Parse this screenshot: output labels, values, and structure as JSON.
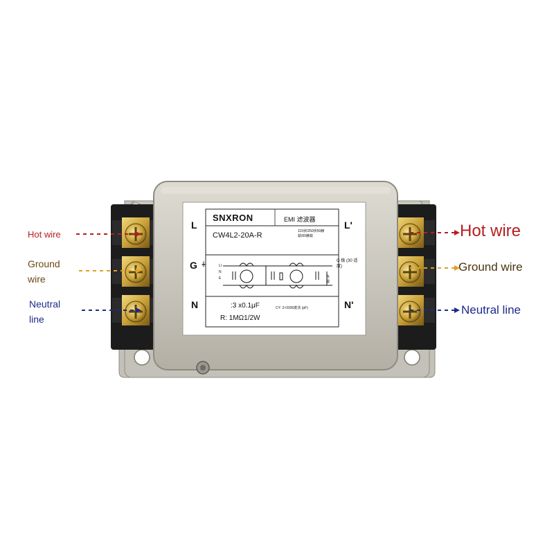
{
  "product": {
    "brand": "SNXRON",
    "title": "EMI 滤波器",
    "model": "CW4L2-20A-R",
    "spec_note": "115伏/250伏50赫兹/60赫兹",
    "cx_rating": ":3 x0.1μF",
    "cy_rating": "CY: 2×3300皮法 (pF)",
    "resistor_rating": "R: 1MΩ1/2W",
    "ground_note": "G 极 (30 适度)",
    "line_vertical": "LINE",
    "load_vertical": "负载"
  },
  "terminals": {
    "input_l": "L",
    "input_g": "G",
    "ground_symbol": "⏚",
    "input_n": "N",
    "output_l": "L'",
    "output_n": "N'"
  },
  "callouts": {
    "left_hot": "Hot wire",
    "left_ground_1": "Ground",
    "left_ground_2": "wire",
    "left_neutral_1": "Neutral",
    "left_neutral_2": "line",
    "right_hot": "Hot wire",
    "right_ground": "Ground wire",
    "right_neutral": "Neutral line"
  },
  "colors": {
    "hot": "#b51e22",
    "ground": "#e0a020",
    "neutral": "#1e2a8a",
    "case": "#c9c6bd",
    "terminal_block": "#1c1c1c",
    "screw_brass": "#c9a23a"
  }
}
